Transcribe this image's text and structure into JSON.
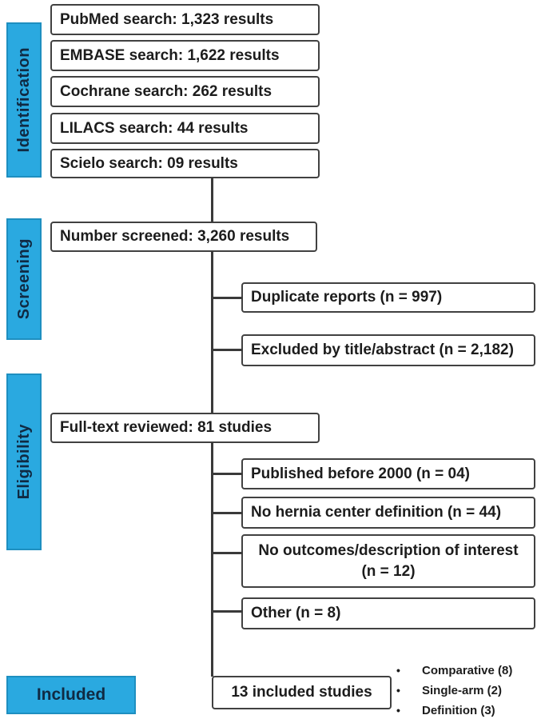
{
  "diagram": {
    "stages": {
      "identification": "Identification",
      "screening": "Screening",
      "eligibility": "Eligibility",
      "included": "Included"
    },
    "identification": {
      "sources": [
        "PubMed search: 1,323 results",
        "EMBASE search: 1,622 results",
        "Cochrane search: 262 results",
        "LILACS search: 44 results",
        "Scielo search: 09 results"
      ]
    },
    "screening": {
      "main": "Number screened: 3,260 results",
      "exclusions": [
        "Duplicate reports (n = 997)",
        "Excluded by title/abstract (n = 2,182)"
      ]
    },
    "eligibility": {
      "main": "Full-text reviewed: 81 studies",
      "exclusions": [
        "Published before 2000 (n = 04)",
        "No hernia center definition (n = 44)",
        {
          "line1": "No outcomes/description of interest",
          "line2": "(n = 12)"
        },
        "Other (n = 8)"
      ]
    },
    "included": {
      "main": "13 included studies",
      "bullets": [
        "Comparative (8)",
        "Single-arm (2)",
        "Definition (3)"
      ]
    },
    "colors": {
      "stage_fill": "#2AA9E0",
      "stage_border": "#1E8FC0",
      "stage_text": "#102A43",
      "box_border": "#414141",
      "connector": "#3A3A3A",
      "text": "#1C1C1C"
    }
  }
}
